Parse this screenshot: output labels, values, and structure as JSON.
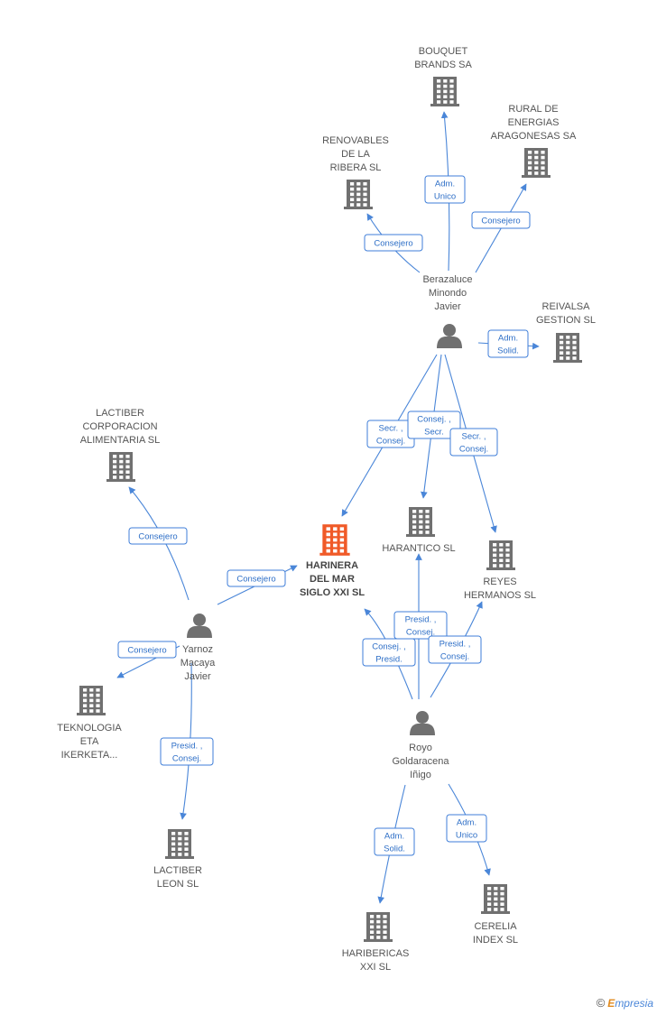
{
  "colors": {
    "edge": "#4a86d8",
    "edge_label": "#2e6fc7",
    "company_icon": "#707070",
    "main_company_icon": "#f05a28",
    "person_icon": "#707070"
  },
  "nodes": [
    {
      "id": "bouquet",
      "type": "company",
      "lines": [
        "BOUQUET",
        "BRANDS SA"
      ]
    },
    {
      "id": "rural",
      "type": "company",
      "lines": [
        "RURAL DE",
        "ENERGIAS",
        "ARAGONESAS SA"
      ]
    },
    {
      "id": "renovables",
      "type": "company",
      "lines": [
        "RENOVABLES",
        "DE LA",
        "RIBERA SL"
      ]
    },
    {
      "id": "berazaluce",
      "type": "person",
      "lines": [
        "Berazaluce",
        "Minondo",
        "Javier"
      ]
    },
    {
      "id": "reivalsa",
      "type": "company",
      "lines": [
        "REIVALSA",
        "GESTION SL"
      ]
    },
    {
      "id": "lactiber_corp",
      "type": "company",
      "lines": [
        "LACTIBER",
        "CORPORACION",
        "ALIMENTARIA SL"
      ]
    },
    {
      "id": "harinera",
      "type": "main",
      "lines": [
        "HARINERA",
        "DEL MAR",
        "SIGLO XXI SL"
      ]
    },
    {
      "id": "harantico",
      "type": "company",
      "lines": [
        "HARANTICO SL"
      ]
    },
    {
      "id": "reyes",
      "type": "company",
      "lines": [
        "REYES",
        "HERMANOS SL"
      ]
    },
    {
      "id": "yarnoz",
      "type": "person",
      "lines": [
        "Yarnoz",
        "Macaya",
        "Javier"
      ]
    },
    {
      "id": "teknologia",
      "type": "company",
      "lines": [
        "TEKNOLOGIA",
        "ETA",
        "IKERKETA..."
      ]
    },
    {
      "id": "royo",
      "type": "person",
      "lines": [
        "Royo",
        "Goldaracena",
        "Iñigo"
      ]
    },
    {
      "id": "lactiber_leon",
      "type": "company",
      "lines": [
        "LACTIBER",
        "LEON SL"
      ]
    },
    {
      "id": "haribericas",
      "type": "company",
      "lines": [
        "HARIBERICAS",
        "XXI SL"
      ]
    },
    {
      "id": "cerelia",
      "type": "company",
      "lines": [
        "CERELIA",
        "INDEX SL"
      ]
    }
  ],
  "edges": [
    {
      "from": "berazaluce",
      "to": "bouquet",
      "label": [
        "Adm.",
        "Unico"
      ]
    },
    {
      "from": "berazaluce",
      "to": "rural",
      "label": [
        "Consejero"
      ]
    },
    {
      "from": "berazaluce",
      "to": "renovables",
      "label": [
        "Consejero"
      ]
    },
    {
      "from": "berazaluce",
      "to": "reivalsa",
      "label": [
        "Adm.",
        "Solid."
      ]
    },
    {
      "from": "berazaluce",
      "to": "harinera",
      "label": [
        "Secr. ,",
        "Consej."
      ]
    },
    {
      "from": "berazaluce",
      "to": "harantico",
      "label": [
        "Consej. ,",
        "Secr."
      ]
    },
    {
      "from": "berazaluce",
      "to": "reyes",
      "label": [
        "Secr. ,",
        "Consej."
      ]
    },
    {
      "from": "yarnoz",
      "to": "lactiber_corp",
      "label": [
        "Consejero"
      ]
    },
    {
      "from": "yarnoz",
      "to": "harinera",
      "label": [
        "Consejero"
      ]
    },
    {
      "from": "yarnoz",
      "to": "teknologia",
      "label": [
        "Consejero"
      ]
    },
    {
      "from": "yarnoz",
      "to": "lactiber_leon",
      "label": [
        "Presid. ,",
        "Consej."
      ]
    },
    {
      "from": "royo",
      "to": "harinera",
      "label": [
        "Consej. ,",
        "Presid."
      ]
    },
    {
      "from": "royo",
      "to": "harantico",
      "label": [
        "Presid. ,",
        "Consej."
      ]
    },
    {
      "from": "royo",
      "to": "reyes",
      "label": [
        "Presid. ,",
        "Consej."
      ]
    },
    {
      "from": "royo",
      "to": "haribericas",
      "label": [
        "Adm.",
        "Solid."
      ]
    },
    {
      "from": "royo",
      "to": "cerelia",
      "label": [
        "Adm.",
        "Unico"
      ]
    }
  ],
  "footer": {
    "copyright": "©",
    "brand_initial": "E",
    "brand_rest": "mpresia"
  }
}
